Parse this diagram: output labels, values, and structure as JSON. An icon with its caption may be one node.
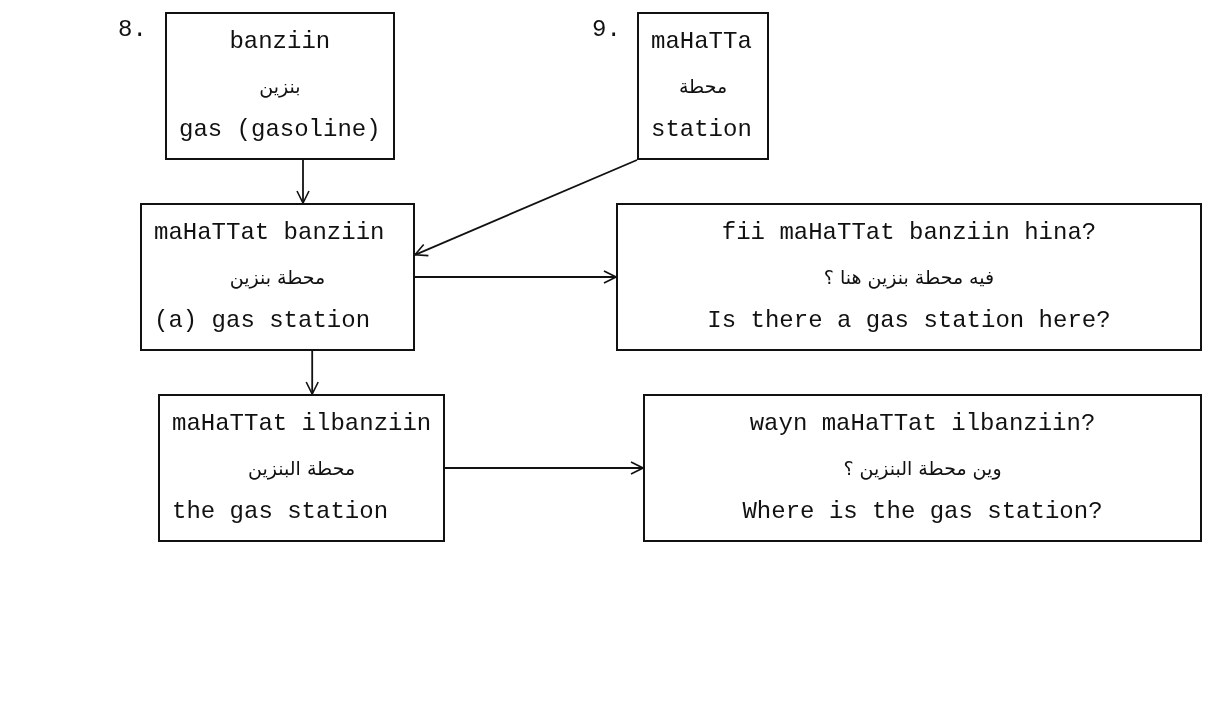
{
  "diagram": {
    "nodes": [
      {
        "text": [
          "banziin",
          "بنزين",
          "gas (gasoline)"
        ],
        "beside": [
          "8."
        ]
      },
      {
        "text": [
          "maHaTTa",
          "محطة",
          "station"
        ],
        "beside": [
          "9."
        ]
      },
      {
        "text": [
          "maHaTTat banziin",
          "محطة بنزين",
          "(a) gas station"
        ]
      },
      {
        "text": [
          "fii maHaTTat banziin hina?",
          "فيه محطة بنزين هنا ؟",
          "Is there a gas station here?"
        ]
      },
      {
        "text": [
          "maHaTTat ilbanziin",
          "محطة البنزين",
          "the gas station"
        ]
      },
      {
        "text": [
          "wayn maHaTTat ilbanziin?",
          "وين محطة البنزين ؟",
          "Where is the gas station?"
        ]
      }
    ],
    "edges": [
      {
        "from": 0,
        "to": 2,
        "arrow": "to"
      },
      {
        "from": 1,
        "to": 2,
        "arrow": "to"
      },
      {
        "from": 2,
        "to": 3,
        "arrow": "to"
      },
      {
        "from": 2,
        "to": 4,
        "arrow": "to"
      },
      {
        "from": 4,
        "to": 5,
        "arrow": "to"
      }
    ]
  }
}
